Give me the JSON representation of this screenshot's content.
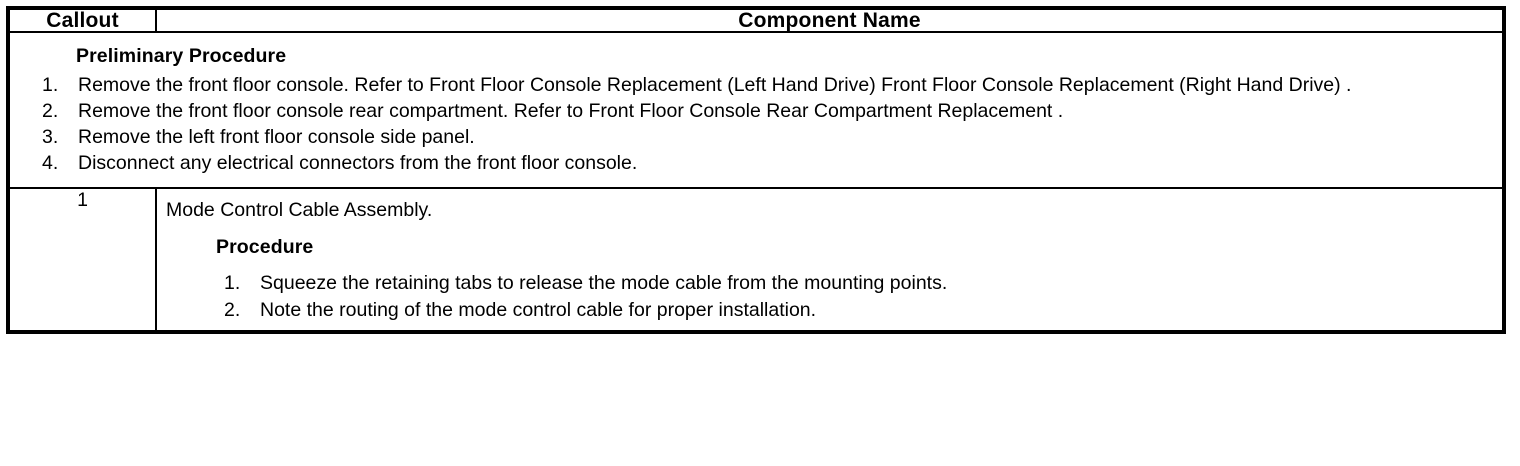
{
  "table": {
    "headers": {
      "callout": "Callout",
      "component_name": "Component Name"
    },
    "preliminary": {
      "title": "Preliminary Procedure",
      "steps": [
        {
          "num": "1.",
          "text": "Remove the front floor console. Refer to Front Floor Console Replacement (Left Hand Drive) Front Floor Console Replacement (Right Hand Drive) ."
        },
        {
          "num": "2.",
          "text": "Remove the front floor console rear compartment. Refer to Front Floor Console Rear Compartment Replacement ."
        },
        {
          "num": "3.",
          "text": "Remove the left front floor console side panel."
        },
        {
          "num": "4.",
          "text": "Disconnect any electrical connectors from the front floor console."
        }
      ]
    },
    "rows": [
      {
        "callout": "1",
        "component_title": "Mode Control Cable Assembly.",
        "procedure_title": "Procedure",
        "procedure_steps": [
          {
            "num": "1.",
            "text": "Squeeze the retaining tabs to release the mode cable from the mounting points."
          },
          {
            "num": "2.",
            "text": "Note the routing of the mode control cable for proper installation."
          }
        ]
      }
    ]
  }
}
